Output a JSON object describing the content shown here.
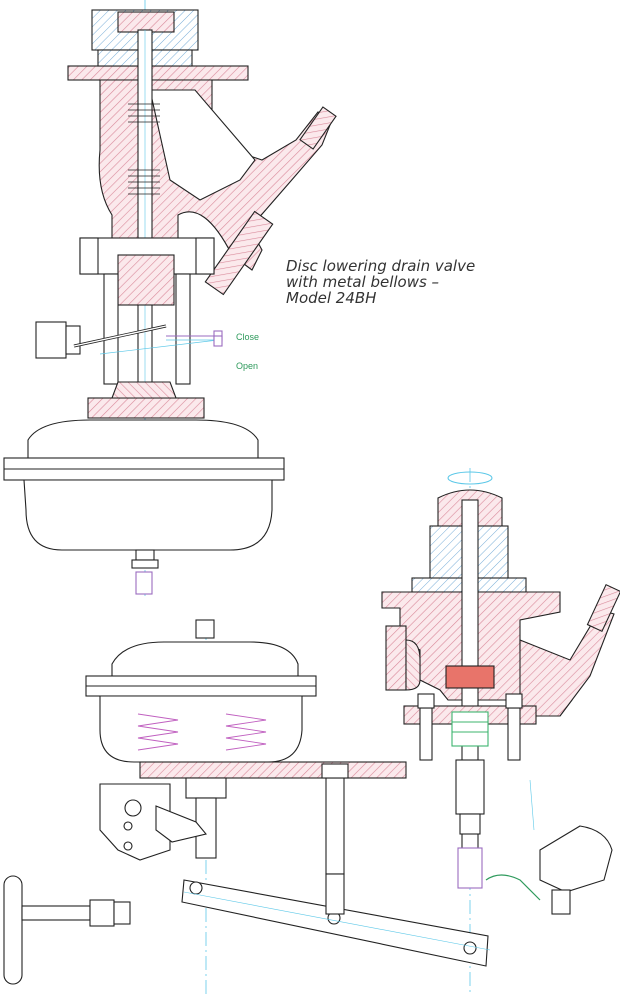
{
  "caption": {
    "line1": "Disc lowering drain valve",
    "line2": "with metal bellows –",
    "line3": "Model 24BH"
  },
  "labels": {
    "close": "Close",
    "open": "Open"
  },
  "colors": {
    "outline": "#222222",
    "hatch": "#d9899a",
    "hatch_fill": "#fbe9ec",
    "centerline": "#5cc8e8",
    "label": "#2e9a5c",
    "purple": "#9a6bc0",
    "seal_red": "#e8746a",
    "green_part": "#3cb46e"
  }
}
